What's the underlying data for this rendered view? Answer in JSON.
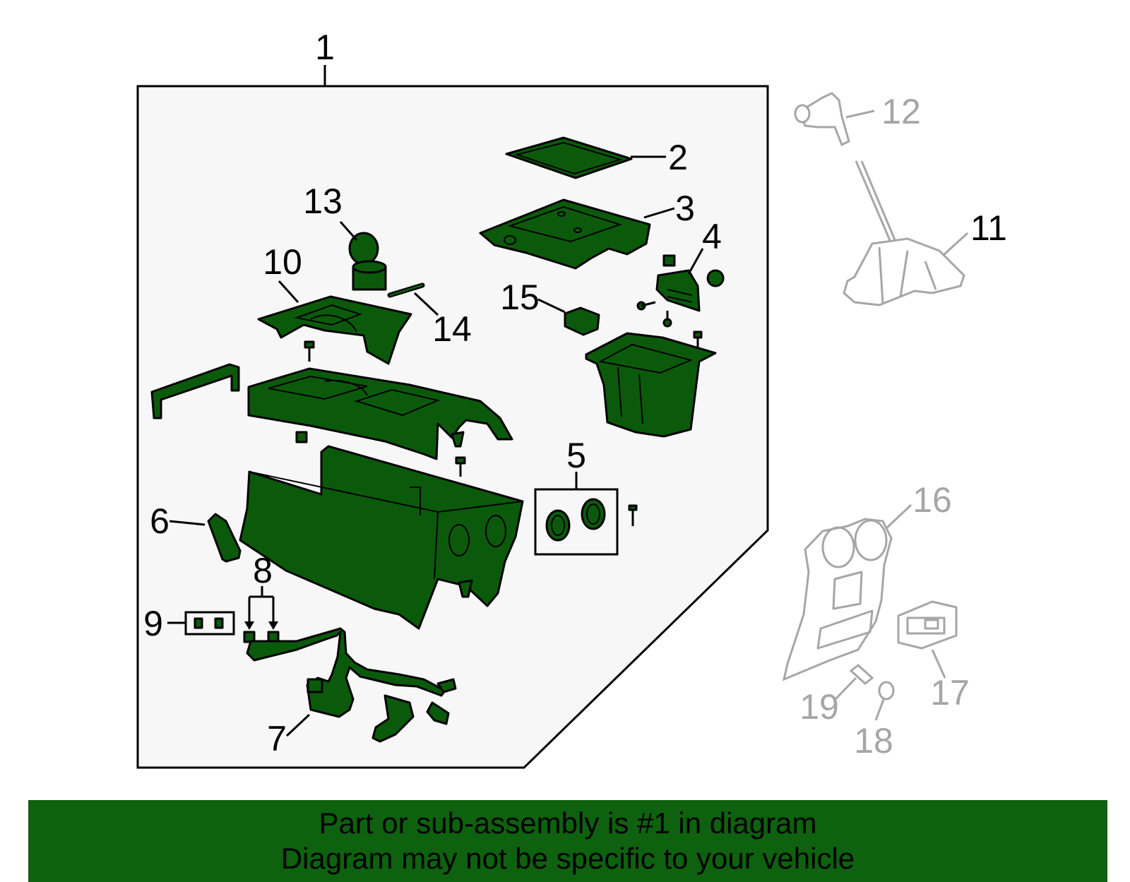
{
  "colors": {
    "part_fill": "#0b5a0b",
    "assembly_bg": "#f7f7f7",
    "ghost_part": "#a6a6a6",
    "banner_bg": "#0e610e"
  },
  "callouts": {
    "c1": "1",
    "c2": "2",
    "c3": "3",
    "c4": "4",
    "c5": "5",
    "c6": "6",
    "c7": "7",
    "c8": "8",
    "c9": "9",
    "c10": "10",
    "c11": "11",
    "c12": "12",
    "c13": "13",
    "c14": "14",
    "c15": "15",
    "c16": "16",
    "c17": "17",
    "c18": "18",
    "c19": "19"
  },
  "banner": {
    "line1": "Part or sub-assembly is #1 in diagram",
    "line2": "Diagram may not be specific to your vehicle"
  }
}
